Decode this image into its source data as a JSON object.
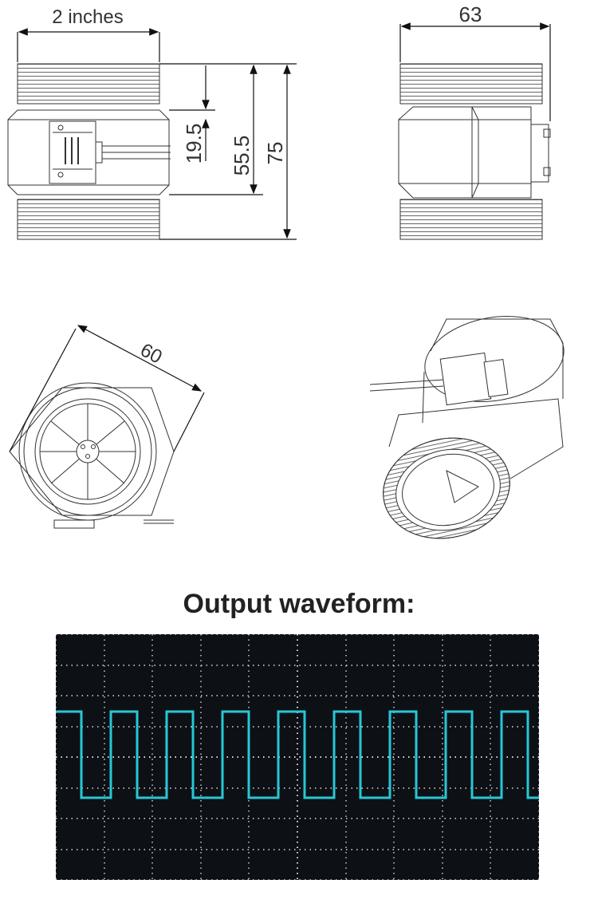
{
  "drawing": {
    "dim_width_label": "2 inches",
    "dim_depth_label": "63",
    "dim_hex_label": "19.5",
    "dim_thread_label": "55.5",
    "dim_height_label": "75",
    "dim_flats_label": "60"
  },
  "waveform": {
    "title": "Output waveform:",
    "trace_color": "#27c7d6",
    "grid_color": "#d8dde3"
  }
}
